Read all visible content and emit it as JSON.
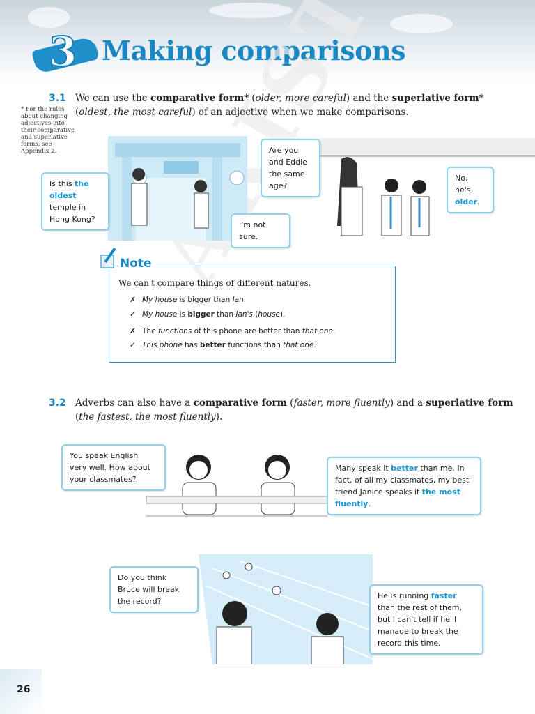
{
  "chapter": {
    "number": "3",
    "title": "Making comparisons"
  },
  "section1": {
    "number": "3.1",
    "line1": {
      "a": "We can use the ",
      "b": "comparative form",
      "c": "* (",
      "d": "older, more careful",
      "e": ") and the ",
      "f": "superlative form",
      "g": "*"
    },
    "line2": {
      "a": "(",
      "b": "oldest, the most careful",
      "c": ") of an adjective when we make comparisons."
    },
    "footnote": "* For the rules about changing adjectives into their comparative and superlative forms, see Appendix 2."
  },
  "bubbles1": {
    "temple_q": {
      "a": "Is this ",
      "hl": "the oldest",
      "b": " temple in Hong Kong?"
    },
    "not_sure": "I'm not sure.",
    "same_age": "Are you and Eddie the same age?",
    "older": {
      "a": "No, he's ",
      "hl": "older",
      "b": "."
    }
  },
  "note": {
    "label": "Note",
    "intro": "We can't compare things of different natures.",
    "rows": [
      {
        "mark": "✗",
        "p1": "My house",
        "p2": " is bigger than ",
        "p3": "Ian",
        "p4": "."
      },
      {
        "mark": "✓",
        "p1": "My house",
        "p2": " is ",
        "p3": "bigger",
        "p4": " than ",
        "p5": "Ian's",
        "p6": " (",
        "p7": "house",
        "p8": ")."
      },
      {
        "mark": "✗",
        "p1": "The ",
        "p2": "functions",
        "p3": " of this phone are better than ",
        "p4": "that one",
        "p5": "."
      },
      {
        "mark": "✓",
        "p1": "This phone",
        "p2": " has ",
        "p3": "better",
        "p4": " functions than ",
        "p5": "that one",
        "p6": "."
      }
    ]
  },
  "section2": {
    "number": "3.2",
    "line1": {
      "a": "Adverbs can also have a ",
      "b": "comparative form",
      "c": " (",
      "d": "faster, more fluently",
      "e": ") and a ",
      "f": "superlative form"
    },
    "line2": {
      "a": "(",
      "b": "the fastest, the most fluently",
      "c": ")."
    }
  },
  "bubbles2": {
    "english_q": "You speak English very well. How about your classmates?",
    "many": {
      "a": "Many speak it ",
      "hl1": "better",
      "b": " than me. In fact, of all my classmates, my best friend Janice speaks it ",
      "hl2": "the most fluently",
      "c": "."
    },
    "bruce_q": "Do you think Bruce will break the record?",
    "running": {
      "a": "He is running ",
      "hl": "faster",
      "b": " than the rest of them, but I can't tell if he'll manage to break the record this time."
    }
  },
  "watermark": "ARISTO",
  "page_number": "26",
  "colors": {
    "accent": "#1a86c2",
    "highlight": "#1a9ad8",
    "bubble_border": "#8fd0ee"
  }
}
